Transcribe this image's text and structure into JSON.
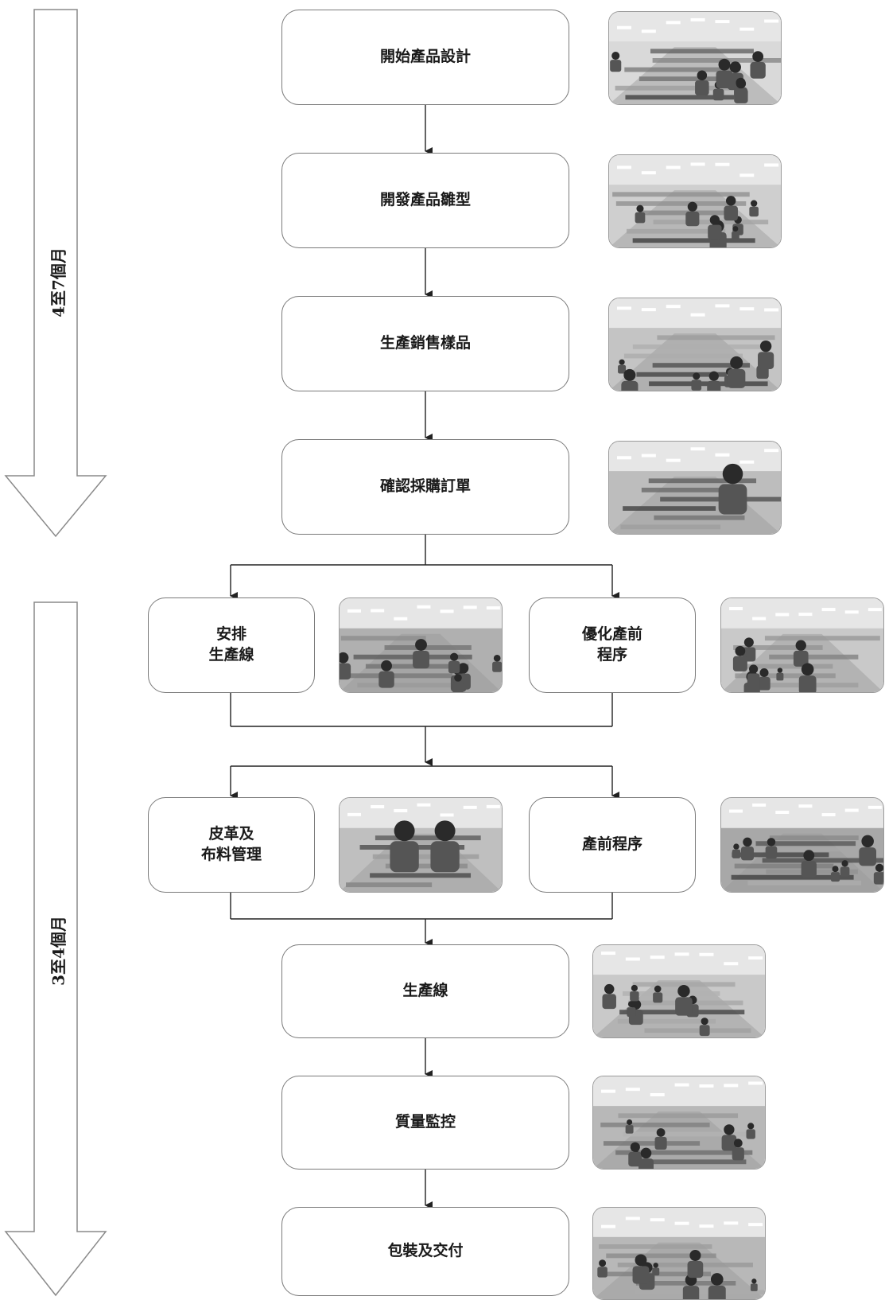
{
  "periods": [
    {
      "label": "4至7個月"
    },
    {
      "label": "3至4個月"
    }
  ],
  "steps": {
    "design": "開始產品設計",
    "prototype": "開發產品雛型",
    "samples": "生產銷售樣品",
    "order": "確認採購訂單",
    "arrange_line": "安排\n生產線",
    "optimize_pre": "優化產前\n程序",
    "materials": "皮革及\n布料管理",
    "pre_production": "產前程序",
    "production_line": "生產線",
    "quality": "質量監控",
    "packaging": "包裝及交付"
  },
  "photos": [
    {
      "name": "design-office-photo",
      "scene": "office"
    },
    {
      "name": "development-room-photo",
      "scene": "office-busy"
    },
    {
      "name": "sample-production-photo",
      "scene": "workshop"
    },
    {
      "name": "order-confirmation-photo",
      "scene": "desk"
    },
    {
      "name": "arrange-line-photo",
      "scene": "floor"
    },
    {
      "name": "optimize-pre-production-photo",
      "scene": "hall"
    },
    {
      "name": "materials-management-photo",
      "scene": "people"
    },
    {
      "name": "pre-production-photo",
      "scene": "leather"
    },
    {
      "name": "production-line-photo",
      "scene": "hall"
    },
    {
      "name": "quality-control-photo",
      "scene": "workers"
    },
    {
      "name": "packaging-delivery-photo",
      "scene": "workers"
    }
  ],
  "colors": {
    "line": "#222222",
    "box_border": "#7a7a7a",
    "period_arrow": "#8a8a8a"
  }
}
